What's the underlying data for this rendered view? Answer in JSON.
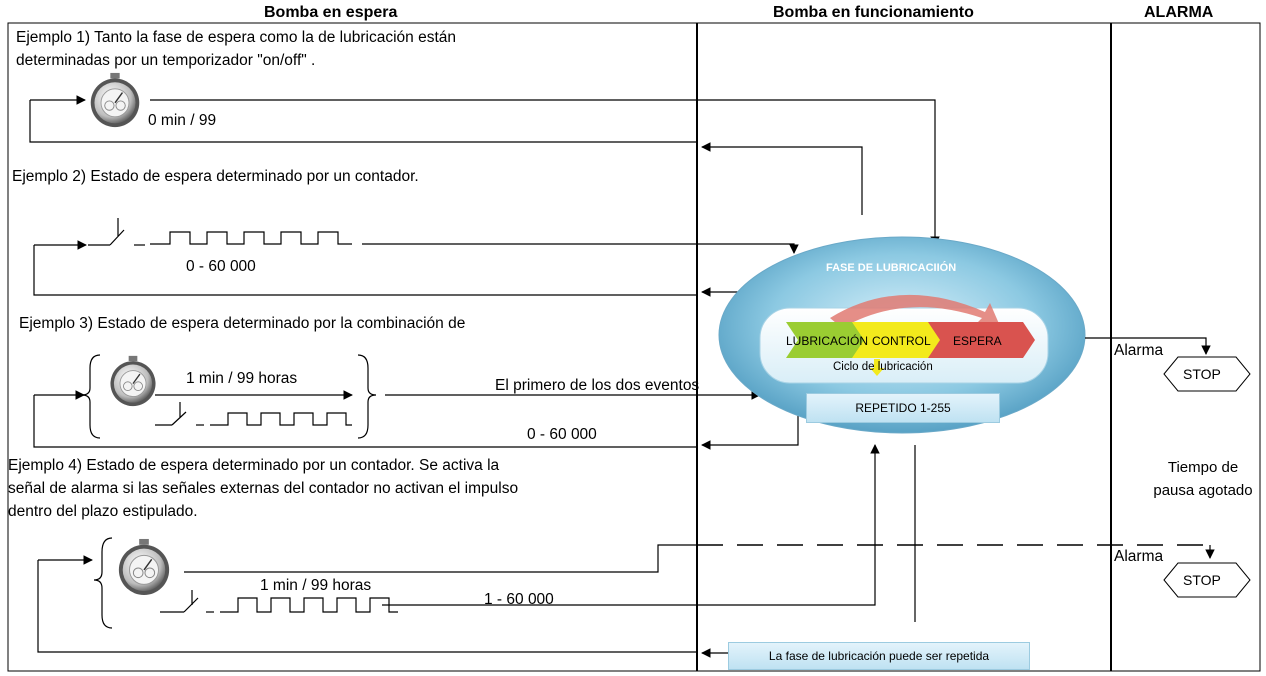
{
  "headers": {
    "standby": "Bomba en espera",
    "running": "Bomba en funcionamiento",
    "alarm": "ALARMA"
  },
  "example1": {
    "line1": "Ejemplo 1) Tanto la fase de espera como la de lubricación están",
    "line2": "determinadas por un temporizador \"on/off\" .",
    "timer": "0 min / 99"
  },
  "example2": {
    "text": "Ejemplo 2) Estado de espera determinado por un contador.",
    "range": "0 - 60 000"
  },
  "example3": {
    "text": "Ejemplo 3) Estado de espera determinado por la combinación de",
    "timer": "1 min / 99 horas",
    "first_event": "El primero de los dos eventos",
    "range": "0 - 60 000"
  },
  "example4": {
    "line1": "Ejemplo 4) Estado de espera determinado por un contador. Se activa la",
    "line2": "señal de alarma si las señales externas del contador no activan el impulso",
    "line3": "dentro del plazo estipulado.",
    "timer": "1 min / 99 horas",
    "range": "1 - 60 000"
  },
  "phase": {
    "title": "FASE DE LUBRICACIIÓN",
    "lubrication": "LUBRICACIÓN",
    "control": "CONTROL",
    "wait": "ESPERA",
    "cycle": "Ciclo de lubricación",
    "repeated": "REPETIDO 1-255"
  },
  "repeat_note": "La fase de lubricación puede ser repetida",
  "alarm": {
    "label1": "Alarma",
    "stop1": "STOP",
    "timeout_line1": "Tiempo de",
    "timeout_line2": "pausa agotado",
    "label2": "Alarma",
    "stop2": "STOP"
  },
  "icons": [
    "stopwatch-icon",
    "switch-icon",
    "pulse-train-icon",
    "stop-sign-icon",
    "brace-icon",
    "cycle-arrow-icon"
  ]
}
